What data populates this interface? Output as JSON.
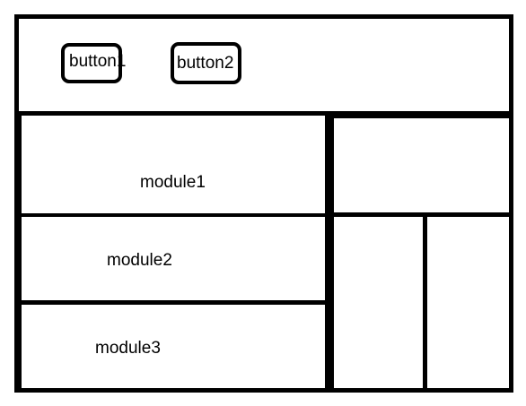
{
  "header": {
    "buttons": [
      {
        "label": "button1"
      },
      {
        "label": "button2"
      }
    ]
  },
  "left_panel": {
    "modules": [
      {
        "label": "module1"
      },
      {
        "label": "module2"
      },
      {
        "label": "module3"
      }
    ]
  },
  "colors": {
    "stroke": "#000000",
    "background": "#ffffff"
  }
}
